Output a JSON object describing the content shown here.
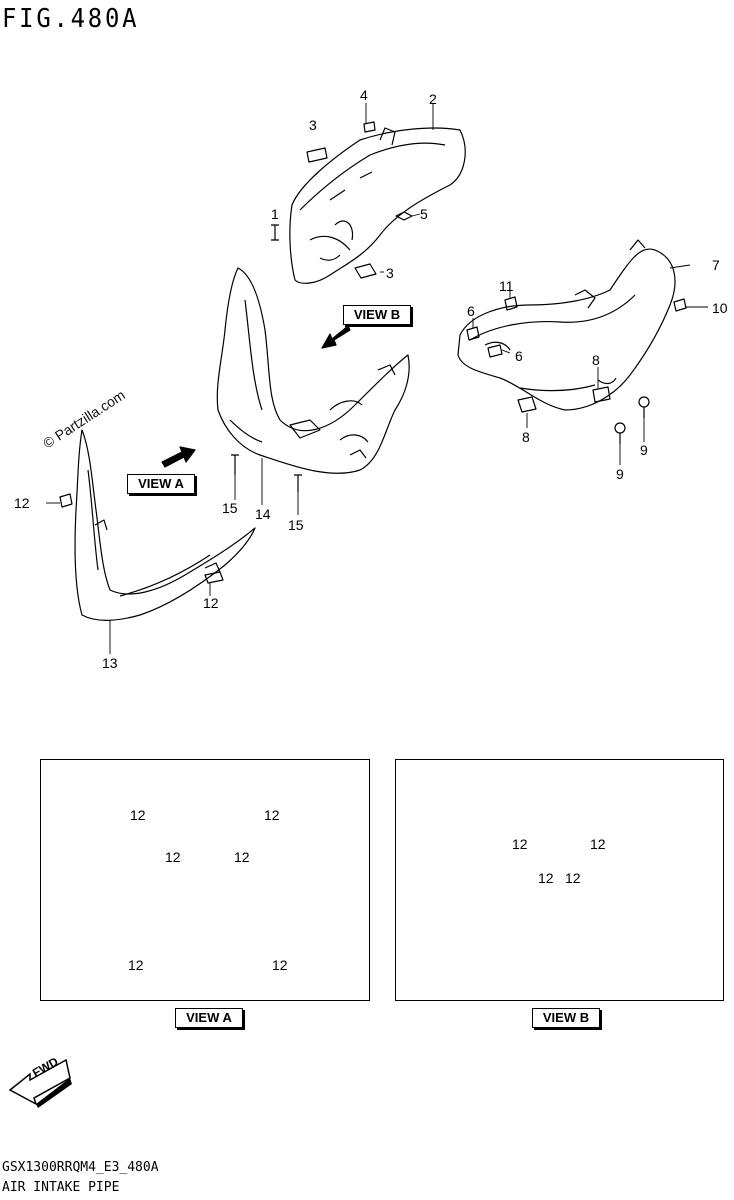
{
  "figure": {
    "title": "FIG.480A",
    "watermark": "© Partzilla.com",
    "model_code": "GSX1300RRQM4_E3_480A",
    "section_name": "AIR INTAKE PIPE"
  },
  "view_labels": {
    "view_a": "VIEW A",
    "view_b": "VIEW B"
  },
  "callouts_main": [
    {
      "id": "c1",
      "text": "1"
    },
    {
      "id": "c2",
      "text": "2"
    },
    {
      "id": "c3a",
      "text": "3"
    },
    {
      "id": "c3b",
      "text": "3"
    },
    {
      "id": "c4",
      "text": "4"
    },
    {
      "id": "c5",
      "text": "5"
    },
    {
      "id": "c6a",
      "text": "6"
    },
    {
      "id": "c6b",
      "text": "6"
    },
    {
      "id": "c7",
      "text": "7"
    },
    {
      "id": "c8a",
      "text": "8"
    },
    {
      "id": "c8b",
      "text": "8"
    },
    {
      "id": "c9a",
      "text": "9"
    },
    {
      "id": "c9b",
      "text": "9"
    },
    {
      "id": "c10",
      "text": "10"
    },
    {
      "id": "c11",
      "text": "11"
    },
    {
      "id": "c12a",
      "text": "12"
    },
    {
      "id": "c12b",
      "text": "12"
    },
    {
      "id": "c13",
      "text": "13"
    },
    {
      "id": "c14",
      "text": "14"
    },
    {
      "id": "c15a",
      "text": "15"
    },
    {
      "id": "c15b",
      "text": "15"
    }
  ],
  "callouts_view_a": [
    "12",
    "12",
    "12",
    "12",
    "12",
    "12"
  ],
  "callouts_view_b": [
    "12",
    "12",
    "12",
    "12"
  ],
  "fwd_label": "FWD"
}
